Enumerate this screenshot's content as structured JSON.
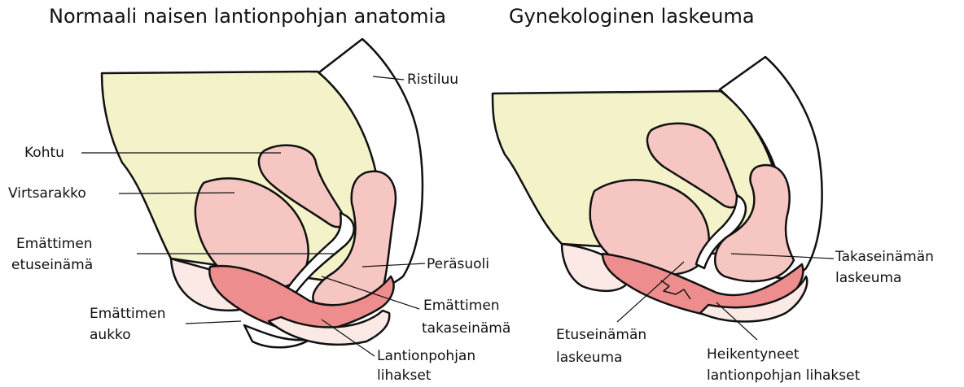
{
  "titles": {
    "normal": "Normaali naisen lantionpohjan anatomia",
    "prolapse": "Gynekologinen laskeuma"
  },
  "labels": {
    "ristiluu": "Ristiluu",
    "kohtu": "Kohtu",
    "virtsarakko": "Virtsarakko",
    "etuseinama_1": "Emättimen",
    "etuseinama_2": "etuseinämä",
    "perasuoli": "Peräsuoli",
    "aukko_1": "Emättimen",
    "aukko_2": "aukko",
    "takaseinama_1": "Emättimen",
    "takaseinama_2": "takaseinämä",
    "lihakset_1": "Lantionpohjan",
    "lihakset_2": "lihakset",
    "takaseinaman_laskeuma_1": "Takaseinämän",
    "takaseinaman_laskeuma_2": "laskeuma",
    "etuseinaman_laskeuma_1": "Etuseinämän",
    "etuseinaman_laskeuma_2": "laskeuma",
    "heikentyneet_1": "Heikentyneet",
    "heikentyneet_2": "lantionpohjan lihakset"
  },
  "colors": {
    "abdomen": "#f3f2c8",
    "organ": "#f6c6c3",
    "muscle": "#ee8d8d",
    "outline": "#111111"
  }
}
